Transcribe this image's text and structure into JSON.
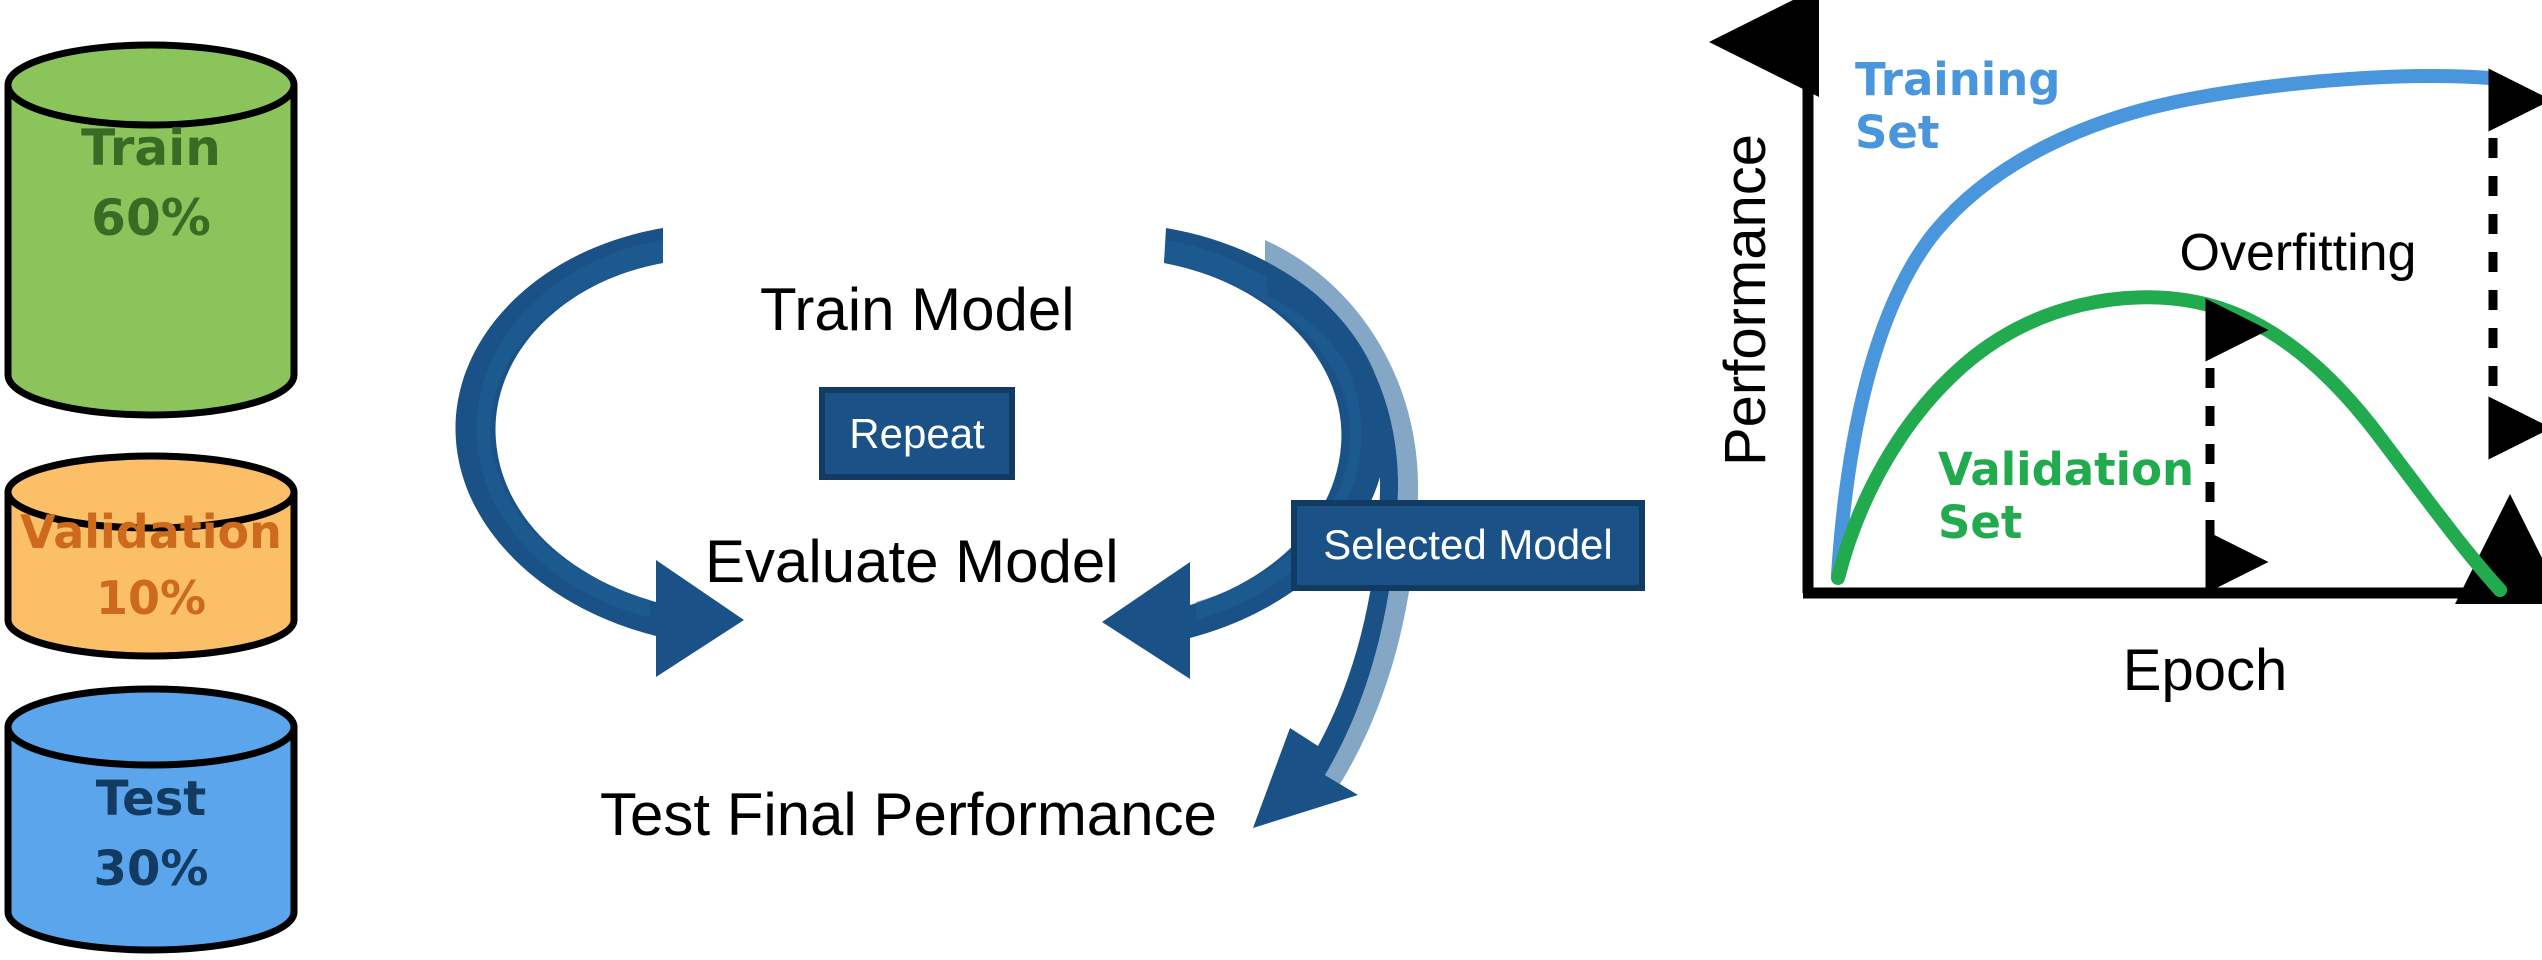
{
  "datasets": [
    {
      "name": "train",
      "label": "Train",
      "percent": "60%",
      "fill": "#8CC45C",
      "text_color": "#386B23",
      "stroke": "#000000"
    },
    {
      "name": "validation",
      "label": "Validation",
      "percent": "10%",
      "fill": "#FBC067",
      "text_color": "#CE6A1B",
      "stroke": "#000000"
    },
    {
      "name": "test",
      "label": "Test",
      "percent": "30%",
      "fill": "#5AA5EB",
      "text_color": "#133A61",
      "stroke": "#000000"
    }
  ],
  "flow": {
    "train_model": "Train Model",
    "evaluate_model": "Evaluate Model",
    "test_final_performance": "Test Final Performance",
    "repeat_badge": "Repeat",
    "selected_model_badge": "Selected Model",
    "arrow_color": "#1A5288",
    "arrow_highlight": "#1F5E96",
    "badge_fill": "#1A5288",
    "badge_stroke": "#123B63"
  },
  "chart_data": {
    "type": "line",
    "title": "",
    "xlabel": "Epoch",
    "ylabel": "Performance",
    "grid": false,
    "legend_position": "inside",
    "axis_color": "#000000",
    "annotations": [
      {
        "name": "overfitting-label",
        "text": "Overfitting"
      },
      {
        "name": "gap-arrow-right",
        "text": ""
      },
      {
        "name": "gap-arrow-middle",
        "text": ""
      }
    ],
    "series": [
      {
        "name": "Training Set",
        "legend_label_line1": "Training",
        "legend_label_line2": "Set",
        "color": "#4A96DC",
        "x": [
          0,
          1,
          2,
          3,
          4,
          5,
          6,
          7,
          8,
          9,
          10
        ],
        "y": [
          2,
          35,
          52,
          63,
          71,
          77,
          82,
          86,
          89,
          92,
          95
        ]
      },
      {
        "name": "Validation Set",
        "legend_label_line1": "Validation",
        "legend_label_line2": "Set",
        "color": "#22AA4F",
        "x": [
          0,
          1,
          2,
          3,
          4,
          5,
          6,
          7,
          8,
          9,
          10
        ],
        "y": [
          2,
          22,
          36,
          46,
          52,
          55,
          54,
          49,
          40,
          27,
          10
        ]
      }
    ]
  }
}
